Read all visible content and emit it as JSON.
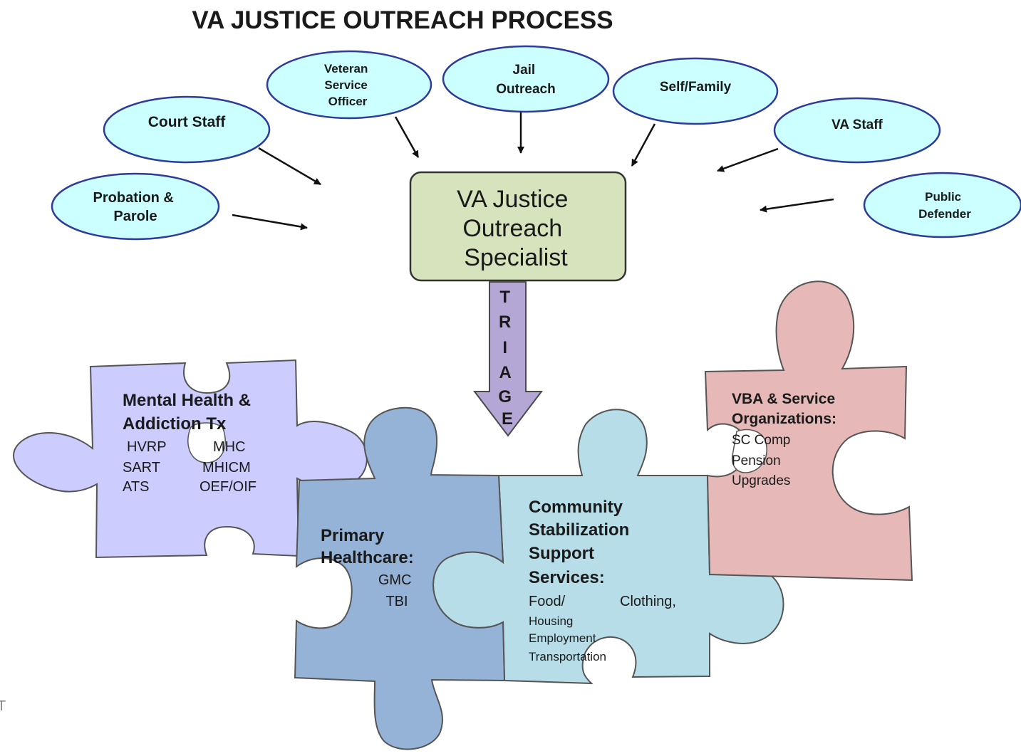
{
  "title": "VA JUSTICE OUTREACH PROCESS",
  "colors": {
    "bubble_fill": "#ccffff",
    "bubble_stroke": "#2f3b9a",
    "specialist_fill": "#d7e3bc",
    "triage_fill": "#b4a7d6",
    "mental_health_fill": "#ccccff",
    "primary_fill": "#95b3d7",
    "community_fill": "#b7dde8",
    "vba_fill": "#e6b9b8"
  },
  "sources": {
    "probation": [
      "Probation &",
      "Parole"
    ],
    "court": [
      "Court Staff"
    ],
    "vso": [
      "Veteran",
      "Service",
      "Officer"
    ],
    "jail": [
      "Jail",
      "Outreach"
    ],
    "self": [
      "Self/Family"
    ],
    "va_staff": [
      "VA Staff"
    ],
    "defender": [
      "Public",
      "Defender"
    ]
  },
  "specialist": [
    "VA Justice",
    "Outreach",
    "Specialist"
  ],
  "triage": [
    "T",
    "R",
    "I",
    "A",
    "G",
    "E"
  ],
  "pieces": {
    "mental_health": {
      "heading": [
        "Mental Health &",
        "Addiction Tx"
      ],
      "left_items": [
        "HVRP",
        "SART",
        "ATS"
      ],
      "right_items": [
        "MHC",
        "MHICM",
        "OEF/OIF"
      ]
    },
    "primary": {
      "heading": [
        "Primary",
        "Healthcare:"
      ],
      "items": [
        "GMC",
        "TBI"
      ]
    },
    "community": {
      "heading": [
        "Community",
        "Stabilization",
        "Support",
        "Services:"
      ],
      "items": [
        "Food/",
        "Clothing,",
        "Housing",
        "Employment",
        "Transportation"
      ]
    },
    "vba": {
      "heading": [
        "VBA & Service",
        "Organizations:"
      ],
      "items": [
        "SC Comp",
        "Pension",
        "Upgrades"
      ]
    }
  },
  "edge_mark": "T"
}
